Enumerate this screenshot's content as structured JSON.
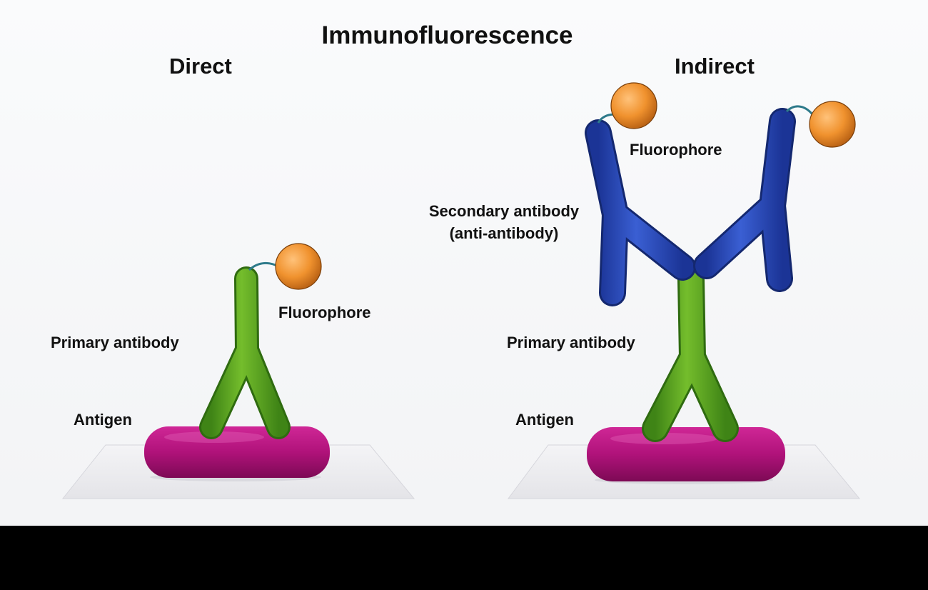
{
  "title": "Immunofluorescence",
  "panels": {
    "direct": {
      "heading": "Direct",
      "fluorophore_label": "Fluorophore",
      "primary_antibody_label": "Primary antibody",
      "antigen_label": "Antigen"
    },
    "indirect": {
      "heading": "Indirect",
      "fluorophore_label": "Fluorophore",
      "secondary_antibody_label": "Secondary antibody",
      "secondary_antibody_sub": "(anti-antibody)",
      "primary_antibody_label": "Primary antibody",
      "antigen_label": "Antigen"
    }
  },
  "colors": {
    "antigen": "#b0127a",
    "primary_antibody": "#5fa823",
    "secondary_antibody": "#2948b8",
    "fluorophore": "#f0922e",
    "slide": "#ececef",
    "bottom_bar": "#000000"
  }
}
